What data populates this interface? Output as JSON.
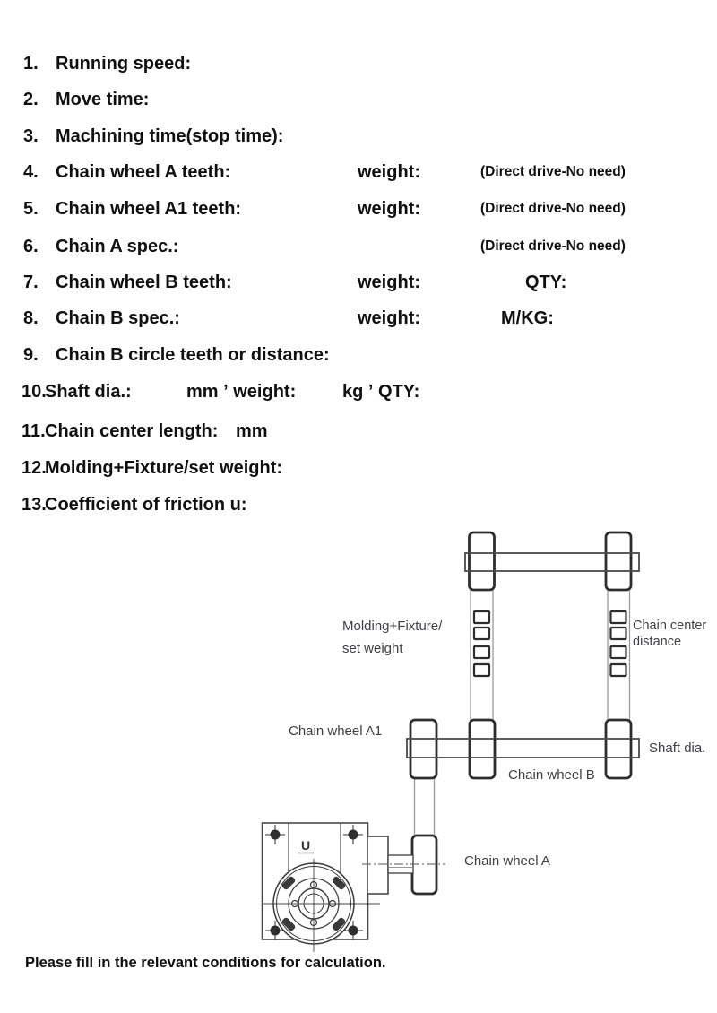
{
  "document": {
    "footer": "Please fill in the relevant conditions for calculation.",
    "form_rows": [
      {
        "num": "1.",
        "label": "Running speed:"
      },
      {
        "num": "2.",
        "label": "Move time:"
      },
      {
        "num": "3.",
        "label": "Machining time(stop time):"
      },
      {
        "num": "4.",
        "label": "Chain wheel A teeth:",
        "weight": "weight:",
        "note": "(Direct drive-No need)"
      },
      {
        "num": "5.",
        "label": "Chain wheel A1 teeth:",
        "weight": "weight:",
        "note": "(Direct drive-No need)"
      },
      {
        "num": "6.",
        "label": "Chain A spec.:",
        "note": "(Direct drive-No need)"
      },
      {
        "num": "7.",
        "label": "Chain wheel B teeth:",
        "weight": "weight:",
        "qty": "QTY:"
      },
      {
        "num": "8.",
        "label": "Chain B spec.:",
        "weight": "weight:",
        "mkg": "M/KG:"
      },
      {
        "num": "9.",
        "label": "Chain B circle teeth or distance:"
      },
      {
        "num": "10.",
        "label": "Shaft dia.:",
        "seg1": "mm ʼ weight:",
        "seg2": "kg ʼ QTY:"
      },
      {
        "num": "11.",
        "label": "Chain center length:",
        "seg1": "mm"
      },
      {
        "num": "12.",
        "label": "Molding+Fixture/set weight:"
      },
      {
        "num": "13.",
        "label": "Coefficient of friction u:"
      }
    ]
  },
  "diagram": {
    "labels": {
      "molding_fixture_line1": "Molding+Fixture/",
      "molding_fixture_line2": "set weight",
      "chain_center_line1": "Chain center",
      "chain_center_line2": "distance",
      "chain_wheel_a1": "Chain wheel A1",
      "chain_wheel_b": "Chain wheel B",
      "chain_wheel_a": "Chain wheel A",
      "shaft_dia": "Shaft dia.",
      "u_mark": "U"
    },
    "colors": {
      "sprocket_line": "#2e2e2e",
      "shaft_line": "#4a4a4a",
      "chain_line": "#9b9b9b",
      "label_text": "#3e3e44"
    }
  }
}
